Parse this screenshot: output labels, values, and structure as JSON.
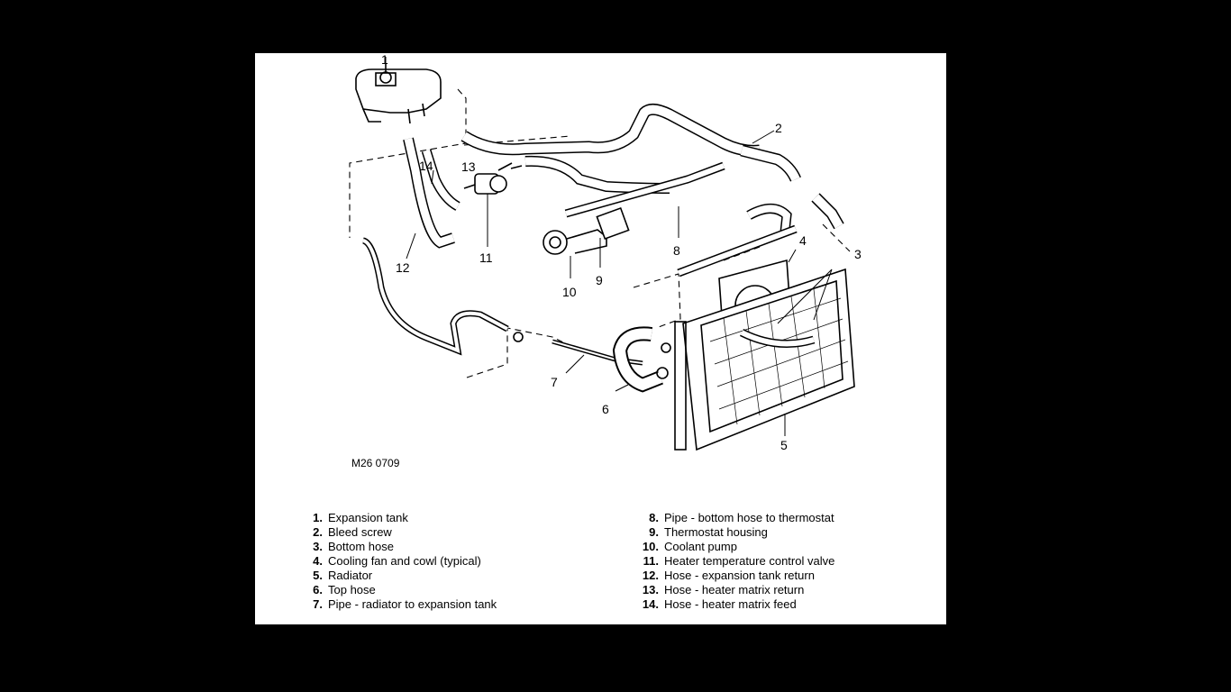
{
  "figure_ref": "M26 0709",
  "callouts": [
    "1",
    "2",
    "3",
    "4",
    "5",
    "6",
    "7",
    "8",
    "9",
    "10",
    "11",
    "12",
    "13",
    "14"
  ],
  "legend": [
    {
      "num": "1.",
      "text": "Expansion tank"
    },
    {
      "num": "2.",
      "text": "Bleed screw"
    },
    {
      "num": "3.",
      "text": "Bottom hose"
    },
    {
      "num": "4.",
      "text": "Cooling fan and cowl (typical)"
    },
    {
      "num": "5.",
      "text": "Radiator"
    },
    {
      "num": "6.",
      "text": "Top hose"
    },
    {
      "num": "7.",
      "text": "Pipe - radiator to expansion tank"
    },
    {
      "num": "8.",
      "text": "Pipe - bottom hose to thermostat"
    },
    {
      "num": "9.",
      "text": "Thermostat housing"
    },
    {
      "num": "10.",
      "text": "Coolant pump"
    },
    {
      "num": "11.",
      "text": "Heater temperature control valve"
    },
    {
      "num": "12.",
      "text": "Hose - expansion tank return"
    },
    {
      "num": "13.",
      "text": "Hose - heater matrix return"
    },
    {
      "num": "14.",
      "text": "Hose - heater matrix feed"
    }
  ]
}
